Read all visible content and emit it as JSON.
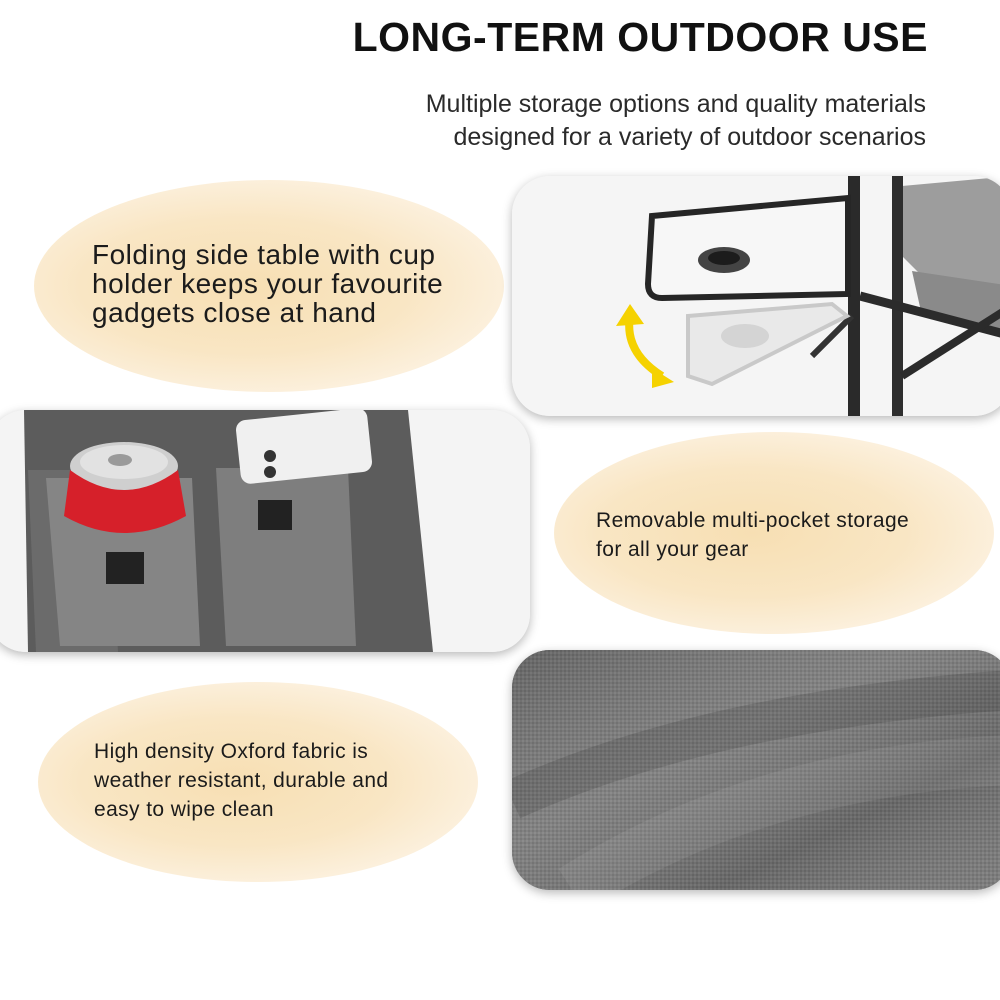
{
  "header": {
    "title": "LONG-TERM OUTDOOR USE",
    "subtitle_lines": [
      "Multiple storage options and quality materials",
      "designed for a variety of outdoor scenarios"
    ]
  },
  "features": [
    {
      "lines": [
        "Folding side table with cup",
        "holder keeps your favourite",
        "gadgets close at hand"
      ]
    },
    {
      "lines": [
        "Removable multi-pocket storage",
        "for all your gear"
      ]
    },
    {
      "lines": [
        "High density Oxford fabric is",
        "weather resistant, durable and",
        "easy to wipe clean"
      ]
    }
  ],
  "images": {
    "side_table": "folding-side-table-photo",
    "pocket_storage": "multi-pocket-storage-photo",
    "fabric": "oxford-fabric-closeup-photo"
  },
  "colors": {
    "highlight": "#f7dfb3",
    "arrow": "#f5d200",
    "fabric": "#7a7a7a",
    "can_red": "#d6202a"
  }
}
